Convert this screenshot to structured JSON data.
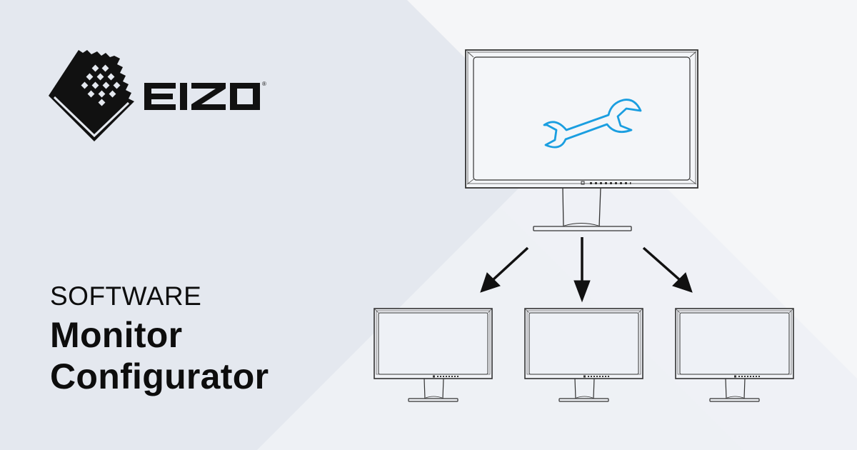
{
  "brand": {
    "name": "EIZO",
    "registered_mark": "®",
    "logo_icon": "eizo-checker-diamond-icon"
  },
  "hero": {
    "category": "SOFTWARE",
    "title_line1": "Monitor",
    "title_line2": "Configurator"
  },
  "diagram": {
    "source_monitor_icon": "wrench-icon",
    "target_monitor_count": 3,
    "arrow_directions": [
      "down-left",
      "down",
      "down-right"
    ]
  },
  "colors": {
    "background": "#e4e8ef",
    "background_light": "#f4f5f8",
    "text": "#0d0d0d",
    "accent_wrench": "#1a9ee0",
    "line": "#333333"
  }
}
